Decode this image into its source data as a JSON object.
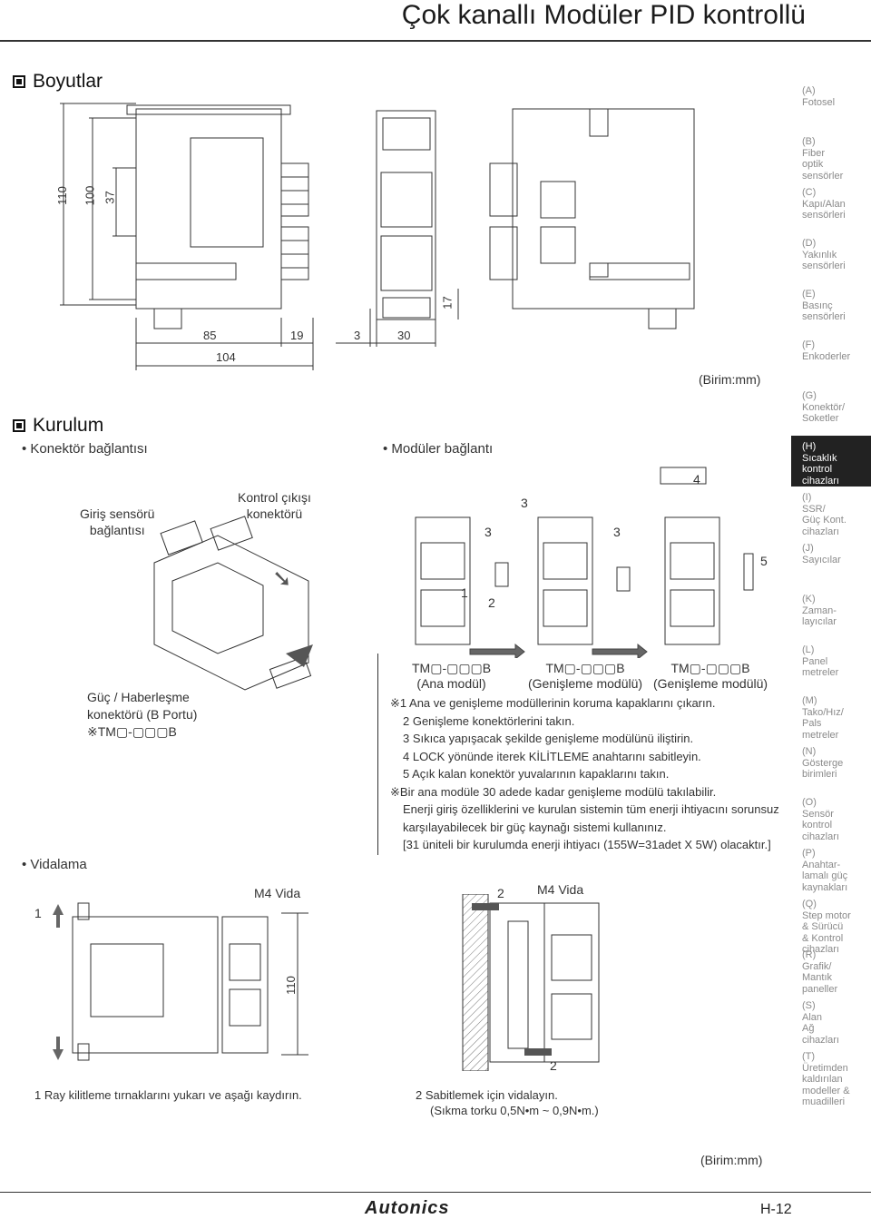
{
  "page_title": "Çok kanallı Modüler PID kontrollü",
  "sections": {
    "dimensions": "Boyutlar",
    "installation": "Kurulum"
  },
  "dimensions": {
    "vertical": [
      "110",
      "100",
      "37"
    ],
    "bottom_front": [
      "85",
      "19",
      "104"
    ],
    "bottom_side": [
      "3",
      "30"
    ],
    "right": "17",
    "unit": "(Birim:mm)"
  },
  "connector": {
    "heading": "Konektör bağlantısı",
    "input_label": "Giriş sensörü\nbağlantısı",
    "output_label": "Kontrol çıkışı\nkonektörü",
    "power_label": "Güç / Haberleşme\nkonektörü (B Portu)",
    "model_note": "※TM▢-▢▢▢B"
  },
  "modular": {
    "heading": "Modüler bağlantı",
    "step_numbers": [
      "1",
      "2",
      "3",
      "3",
      "3",
      "4",
      "5"
    ],
    "modules": [
      {
        "model": "TM▢-▢▢▢B",
        "caption": "(Ana modül)"
      },
      {
        "model": "TM▢-▢▢▢B",
        "caption": "(Genişleme modülü)"
      },
      {
        "model": "TM▢-▢▢▢B",
        "caption": "(Genişleme modülü)"
      }
    ],
    "notes": [
      "※1 Ana ve genişleme modüllerinin koruma kapaklarını çıkarın.",
      "2 Genişleme konektörlerini takın.",
      "3 Sıkıca yapışacak şekilde genişleme modülünü iliştirin.",
      "4 LOCK yönünde iterek KİLİTLEME anahtarını sabitleyin.",
      "5 Açık kalan konektör yuvalarının kapaklarını takın.",
      "※Bir ana modüle 30 adede kadar genişleme modülü takılabilir.",
      "Enerji giriş özelliklerini ve kurulan sistemin tüm enerji ihtiyacını sorunsuz",
      "karşılayabilecek bir güç kaynağı sistemi kullanınız.",
      "[31 üniteli bir kurulumda enerji ihtiyacı (155W=31adet X 5W) olacaktır.]"
    ]
  },
  "fixing": {
    "heading": "Vidalama",
    "step1": "1",
    "step2": "2",
    "screw_label_left": "M4 Vida",
    "screw_label_right": "M4 Vida",
    "height": "110",
    "note_left": "1 Ray kilitleme tırnaklarını yukarı ve aşağı kaydırın.",
    "note_right_1": "2 Sabitlemek için vidalayın.",
    "note_right_2": "(Sıkma torku 0,5N•m ~ 0,9N•m.)"
  },
  "unit_bottom": "(Birim:mm)",
  "sidebar": [
    "(A)\nFotosel",
    "(B)\nFiber\noptik\nsensörler",
    "(C)\nKapı/Alan\nsensörleri",
    "(D)\nYakınlık\nsensörleri",
    "(E)\nBasınç\nsensörleri",
    "(F)\nEnkoderler",
    "(G)\nKonektör/\nSoketler",
    "(H)\nSıcaklık\nkontrol\ncihazları",
    "(I)\nSSR/\nGüç Kont.\ncihazları",
    "(J)\nSayıcılar",
    "(K)\nZaman-\nlayıcılar",
    "(L)\nPanel\nmetreler",
    "(M)\nTako/Hız/\nPals\nmetreler",
    "(N)\nGösterge\nbirimleri",
    "(O)\nSensör\nkontrol\ncihazları",
    "(P)\nAnahtar-\nlamalı güç\nkaynakları",
    "(Q)\nStep motor\n& Sürücü\n& Kontrol\ncihazları",
    "(R)\nGrafik/\nMantık\npaneller",
    "(S)\nAlan\nAğ\ncihazları",
    "(T)\nÜretimden\nkaldırılan\nmodeller &\nmuadilleri"
  ],
  "sidebar_active": 7,
  "footer": {
    "logo": "Autonics",
    "page": "H-12"
  }
}
